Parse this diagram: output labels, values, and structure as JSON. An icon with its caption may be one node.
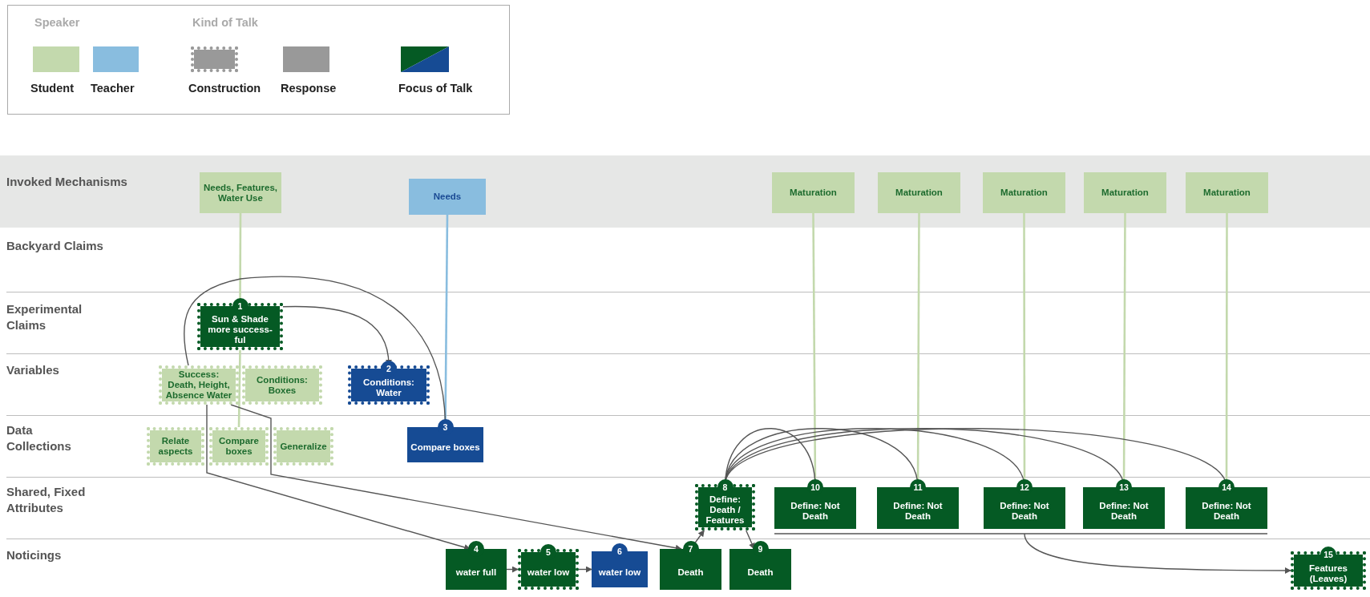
{
  "diagram": {
    "nodes": [
      {
        "text": [
          "Needs, Features, Water Use"
        ]
      },
      {
        "text": [
          "Needs"
        ]
      },
      {
        "text": [
          "Maturation"
        ]
      },
      {
        "text": [
          "Maturation"
        ]
      },
      {
        "text": [
          "Maturation"
        ]
      },
      {
        "text": [
          "Maturation"
        ]
      },
      {
        "text": [
          "Maturation"
        ]
      },
      {
        "text": [
          "1",
          "Sun & Shade more success- ful"
        ]
      },
      {
        "text": [
          "Success: Death, Height, Absence Water"
        ]
      },
      {
        "text": [
          "Conditions: Boxes"
        ]
      },
      {
        "text": [
          "2",
          "Conditions: Water"
        ]
      },
      {
        "text": [
          "Relate aspects"
        ]
      },
      {
        "text": [
          "Compare boxes"
        ]
      },
      {
        "text": [
          "Generalize"
        ]
      },
      {
        "text": [
          "3",
          "Compare boxes"
        ]
      },
      {
        "text": [
          "4",
          "water full"
        ]
      },
      {
        "text": [
          "5",
          "water low"
        ]
      },
      {
        "text": [
          "6",
          "water low"
        ]
      },
      {
        "text": [
          "7",
          "Death"
        ]
      },
      {
        "text": [
          "8",
          "Define: Death / Features"
        ]
      },
      {
        "text": [
          "9",
          "Death"
        ]
      },
      {
        "text": [
          "10",
          "Define: Not Death"
        ]
      },
      {
        "text": [
          "11",
          "Define: Not Death"
        ]
      },
      {
        "text": [
          "12",
          "Define: Not Death"
        ]
      },
      {
        "text": [
          "13",
          "Define: Not Death"
        ]
      },
      {
        "text": [
          "14",
          "Define: Not Death"
        ]
      },
      {
        "text": [
          "15",
          "Features (Leaves)"
        ]
      }
    ],
    "edges": [
      {
        "from": 0,
        "to": 7,
        "arrow": "none",
        "color": "#c3d9ad"
      },
      {
        "from": 7,
        "to": 12,
        "arrow": "none",
        "color": "#c3d9ad"
      },
      {
        "from": 1,
        "to": 14,
        "arrow": "none",
        "color": "#89bddf"
      },
      {
        "from": 2,
        "to": 21,
        "arrow": "none",
        "color": "#c3d9ad"
      },
      {
        "from": 3,
        "to": 22,
        "arrow": "none",
        "color": "#c3d9ad"
      },
      {
        "from": 4,
        "to": 23,
        "arrow": "none",
        "color": "#c3d9ad"
      },
      {
        "from": 5,
        "to": 24,
        "arrow": "none",
        "color": "#c3d9ad"
      },
      {
        "from": 6,
        "to": 25,
        "arrow": "none",
        "color": "#c3d9ad"
      },
      {
        "from": 7,
        "to": 10,
        "arrow": "to"
      },
      {
        "from": 8,
        "to": 14,
        "arrow": "to"
      },
      {
        "from": 8,
        "to": 15,
        "arrow": "to"
      },
      {
        "from": 8,
        "to": 18,
        "arrow": "to"
      },
      {
        "from": 15,
        "to": 16,
        "arrow": "to"
      },
      {
        "from": 16,
        "to": 17,
        "arrow": "to"
      },
      {
        "from": 18,
        "to": 19,
        "arrow": "to"
      },
      {
        "from": 19,
        "to": 20,
        "arrow": "to"
      },
      {
        "from": 19,
        "to": 21,
        "arrow": "to"
      },
      {
        "from": 19,
        "to": 22,
        "arrow": "to"
      },
      {
        "from": 19,
        "to": 23,
        "arrow": "to"
      },
      {
        "from": 19,
        "to": 24,
        "arrow": "to"
      },
      {
        "from": 19,
        "to": 25,
        "arrow": "to"
      },
      {
        "from": 21,
        "to": 26,
        "arrow": "to"
      },
      {
        "from": 22,
        "to": 26,
        "arrow": "to"
      },
      {
        "from": 23,
        "to": 26,
        "arrow": "to"
      },
      {
        "from": 24,
        "to": 26,
        "arrow": "to"
      },
      {
        "from": 25,
        "to": 26,
        "arrow": "to"
      }
    ],
    "labels": [
      "Speaker",
      "Kind of Talk",
      "Invoked Mechanisms",
      "Backyard Claims",
      "Experimental Claims",
      "Variables",
      "Data Collections",
      "Shared, Fixed Attributes",
      "Noticings"
    ],
    "legend": [
      {
        "text": "Student",
        "color": "#c3d9ad"
      },
      {
        "text": "Teacher",
        "color": "#89bddf"
      },
      {
        "text": "Construction"
      },
      {
        "text": "Response",
        "color": "#999999"
      },
      {
        "text": "Focus of Talk"
      }
    ]
  }
}
